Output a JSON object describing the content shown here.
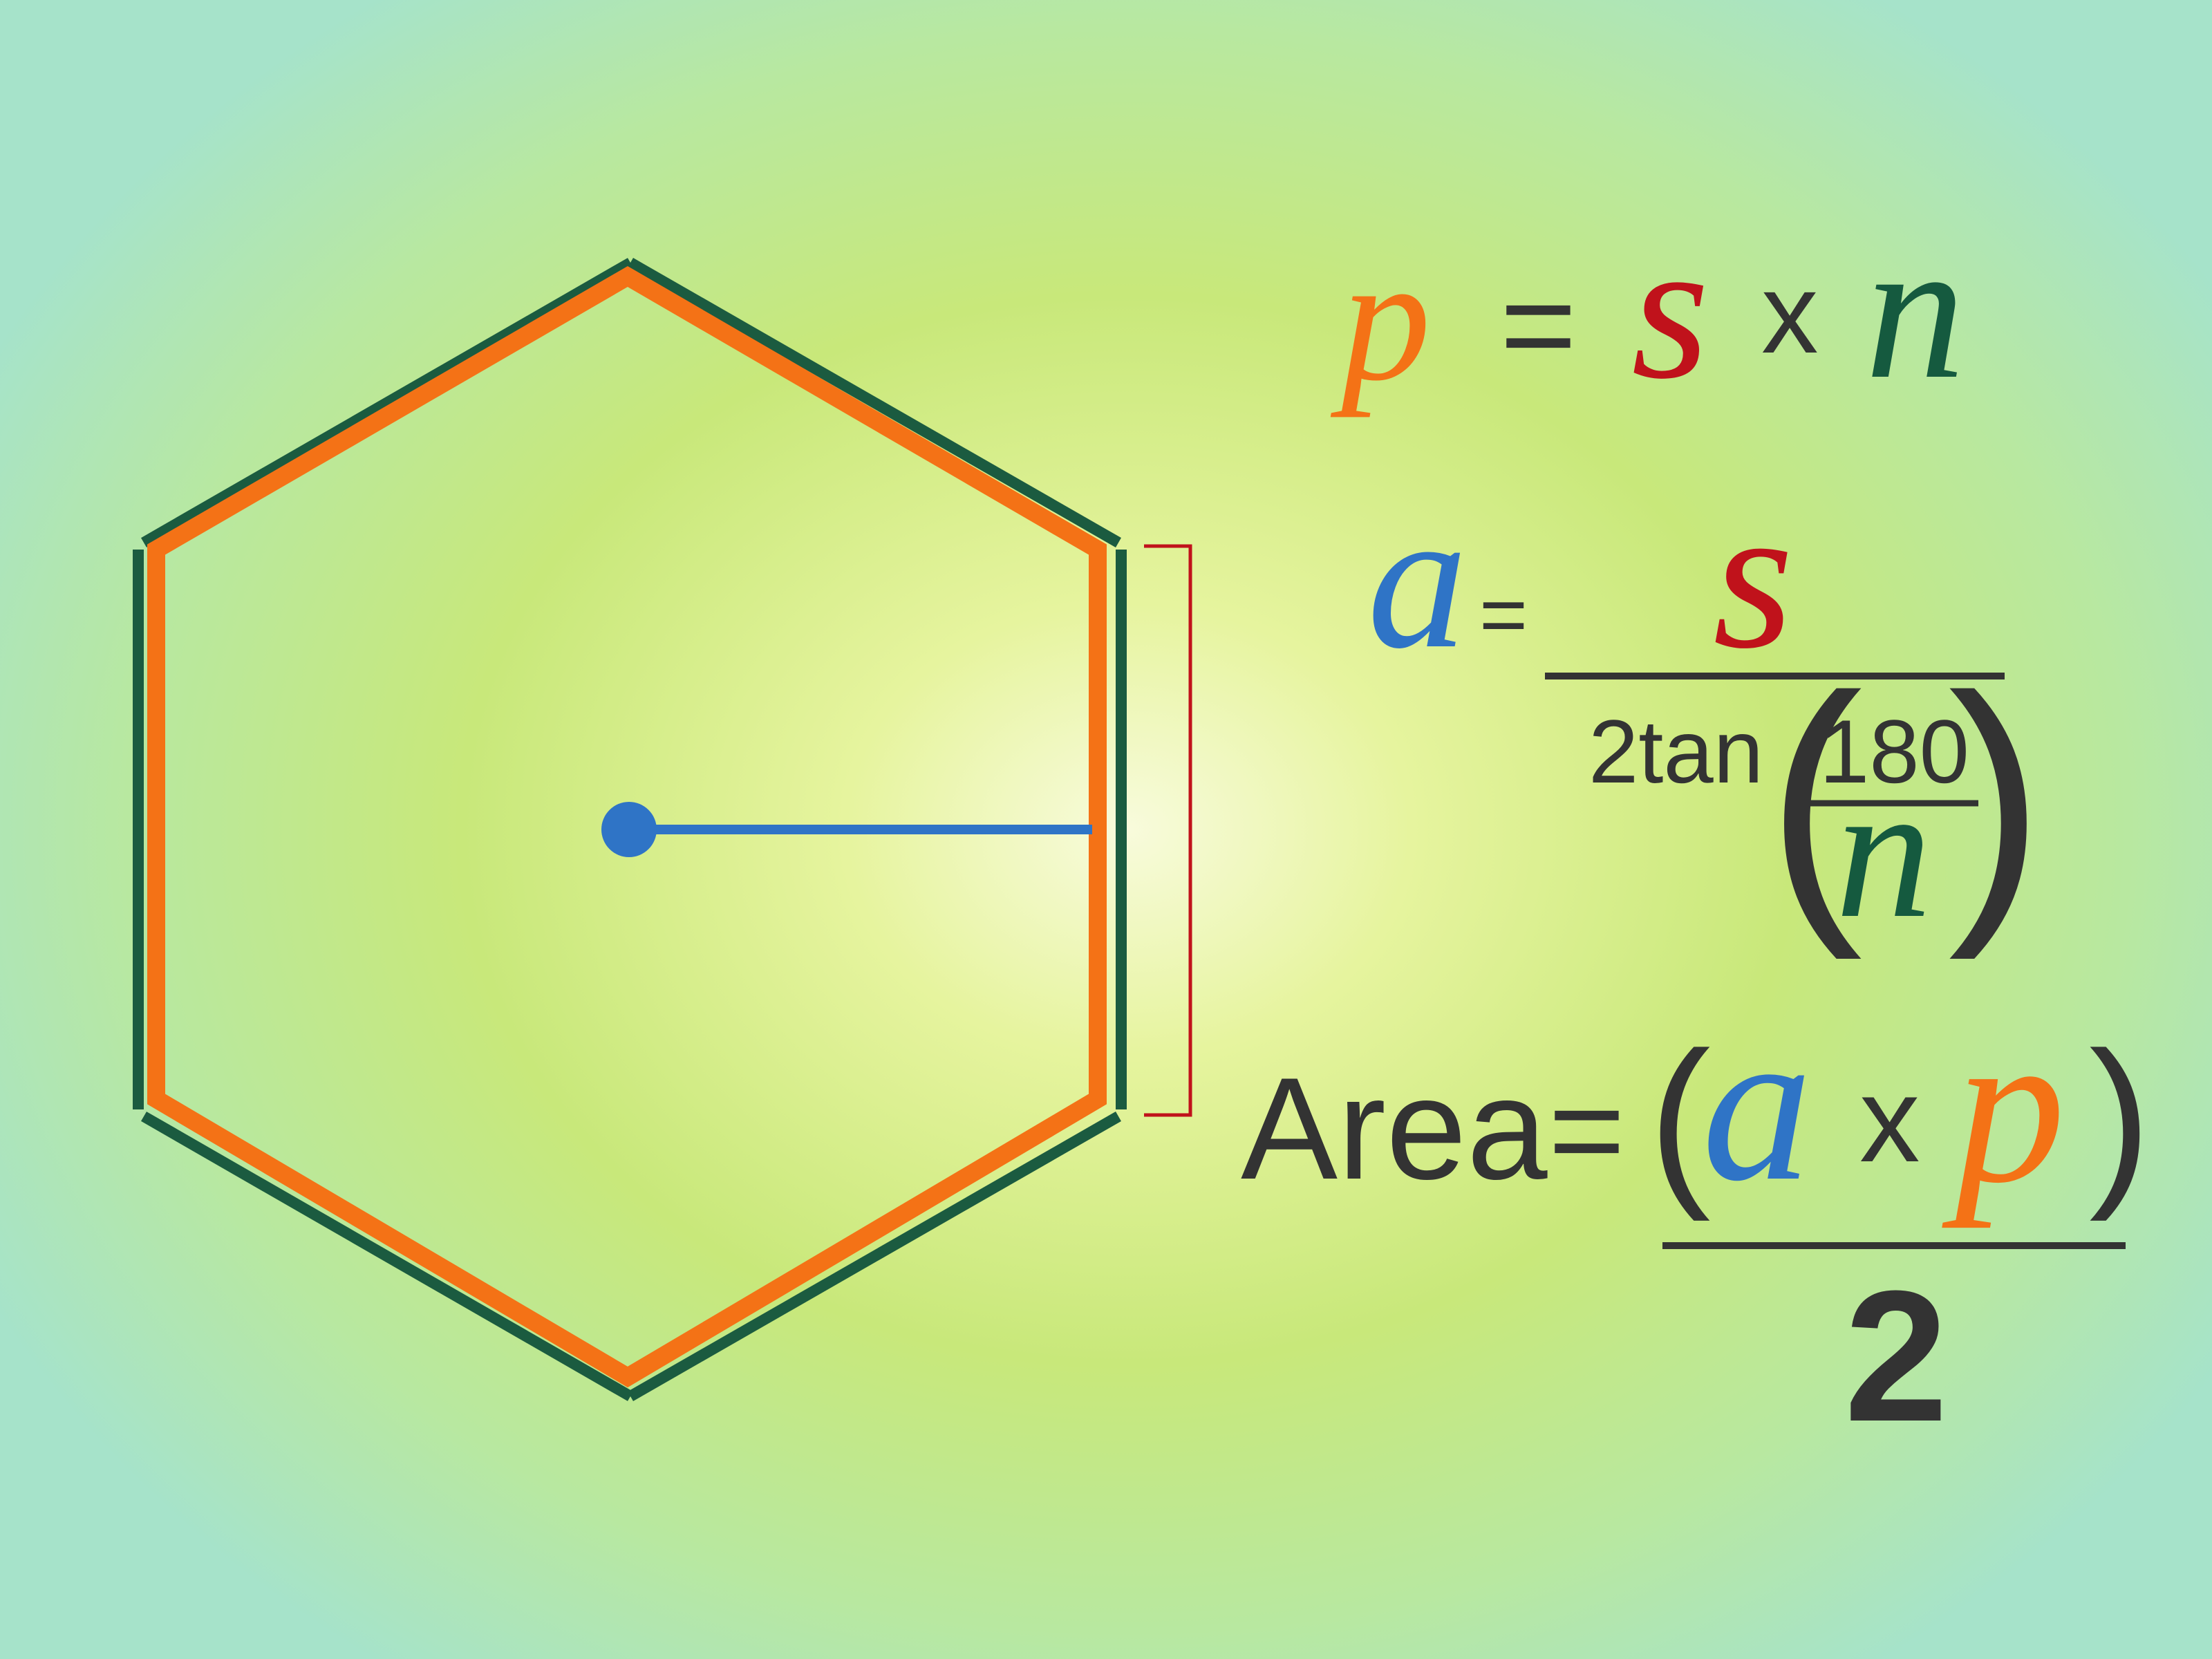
{
  "colors": {
    "perimeter": "#f47216",
    "side": "#c0121b",
    "count": "#155a3f",
    "apothem": "#2f74c6",
    "ink": "#333333",
    "outline": "#1b5b40"
  },
  "hexagon": {
    "sides": 6,
    "center_marker": "apothem-dot",
    "side_bracket": "bracket"
  },
  "formulas": {
    "perimeter": {
      "lhs": "p",
      "equals": "=",
      "s": "s",
      "times": "x",
      "n": "n"
    },
    "apothem": {
      "lhs": "a",
      "equals": "=",
      "numerator": "s",
      "den_prefix": "2tan",
      "lparen": "(",
      "rparen": ")",
      "inner_num": "180",
      "inner_den": "n"
    },
    "area": {
      "label": "Area",
      "equals": "=",
      "lparen": "(",
      "a": "a",
      "times": "x",
      "p": "p",
      "rparen": ")",
      "denominator": "2"
    }
  }
}
